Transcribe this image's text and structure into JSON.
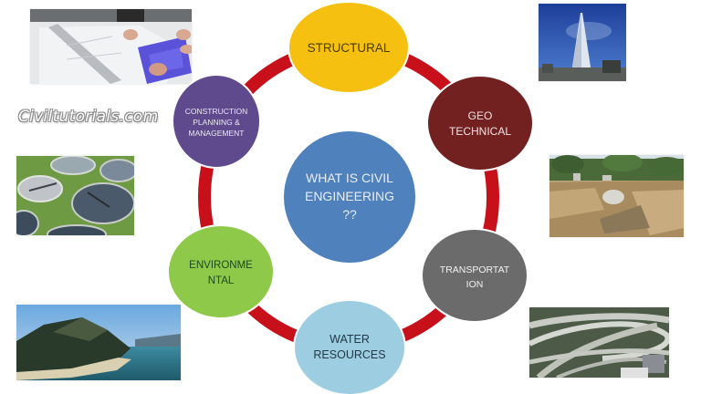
{
  "watermark": "Civiltutorials.com",
  "center": {
    "lines": [
      "WHAT IS  CIVIL",
      "ENGINEERING",
      "??"
    ],
    "color": "#4f81bd",
    "text_color": "#e8eef8"
  },
  "ring": {
    "color": "#c8101a"
  },
  "nodes": [
    {
      "id": "structural",
      "lines": [
        "STRUCTURAL"
      ],
      "color": "#f5c010",
      "text_color": "#4a3a10"
    },
    {
      "id": "geotechnical",
      "lines": [
        "GEO",
        "TECHNICAL"
      ],
      "color": "#722020",
      "text_color": "#f0e4e4"
    },
    {
      "id": "transportation",
      "lines": [
        "TRANSPORTAT",
        "ION"
      ],
      "color": "#6b6b6b",
      "text_color": "#f2f2f2"
    },
    {
      "id": "water-resources",
      "lines": [
        "WATER",
        "RESOURCES"
      ],
      "color": "#9dcde0",
      "text_color": "#203a48"
    },
    {
      "id": "environmental",
      "lines": [
        "ENVIRONME",
        "NTAL"
      ],
      "color": "#8ec94a",
      "text_color": "#1e4a1e"
    },
    {
      "id": "construction",
      "lines": [
        "CONSTRUCTION",
        "PLANNING &",
        "MANAGEMENT"
      ],
      "color": "#5e4a8c",
      "text_color": "#ece8f4"
    }
  ],
  "photos": [
    {
      "id": "blueprint-planning",
      "subject": "blueprint-planning"
    },
    {
      "id": "tall-tower",
      "subject": "tall-tower"
    },
    {
      "id": "excavation-site",
      "subject": "excavation-site"
    },
    {
      "id": "highway-interchange",
      "subject": "highway-interchange"
    },
    {
      "id": "dam-reservoir",
      "subject": "dam-reservoir"
    },
    {
      "id": "water-treatment-tanks",
      "subject": "water-treatment-tanks"
    }
  ]
}
